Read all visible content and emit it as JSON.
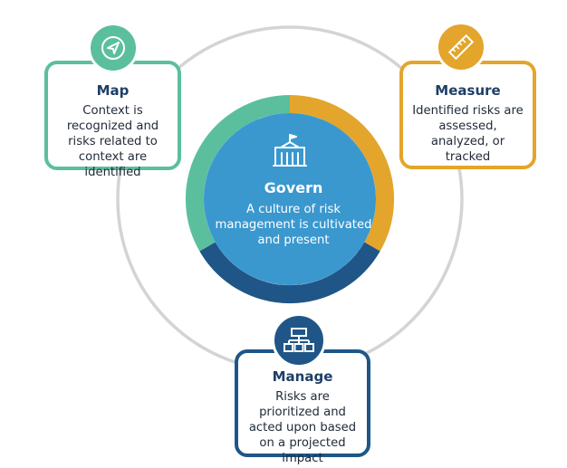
{
  "colors": {
    "map": "#5bbf9e",
    "measure": "#e3a52b",
    "manage": "#1f5687",
    "govern": "#3a98cf",
    "outer_ring": "#d4d4d6"
  },
  "govern": {
    "icon": "building-icon",
    "title": "Govern",
    "description": "A culture of risk management is cultivated and present"
  },
  "map": {
    "icon": "navigation-arrow-icon",
    "title": "Map",
    "description": "Context is recognized and risks related to context are identified"
  },
  "measure": {
    "icon": "ruler-icon",
    "title": "Measure",
    "description": "Identified risks are assessed, analyzed, or tracked"
  },
  "manage": {
    "icon": "hierarchy-icon",
    "title": "Manage",
    "description": "Risks are prioritized and acted upon based on a projected impact"
  }
}
